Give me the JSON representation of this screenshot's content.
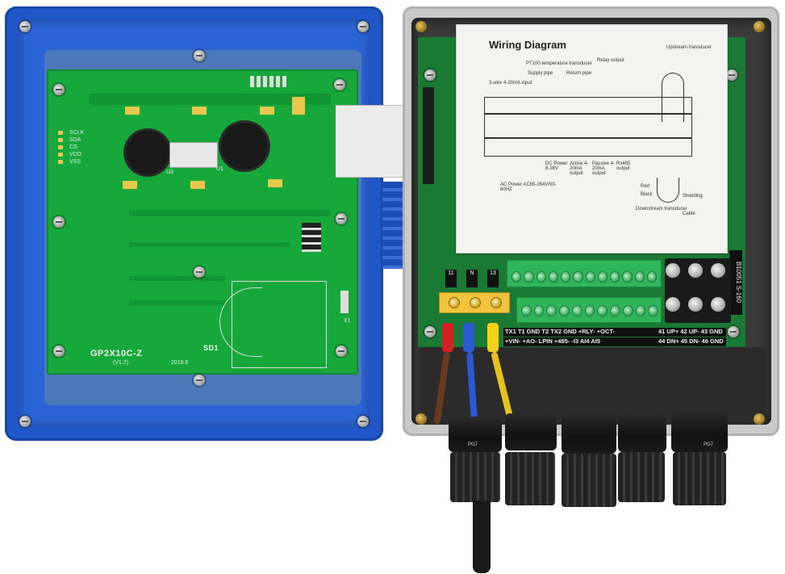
{
  "photo": {
    "subject": "",
    "pcb_model": "GP2X10C-Z",
    "pcb_version": "(V1.2)",
    "pcb_date": "2018.6",
    "pcb_silk_sd": "SD1",
    "pcb_silk_u1": "U1",
    "pcb_silk_u3": "U3",
    "pcb_silk_x1": "X1",
    "pcb_header_pins": [
      "SCLK",
      "SDA",
      "CS",
      "VDD",
      "VSS"
    ],
    "wiring_label": {
      "title": "Wiring Diagram",
      "lines": [
        "PT100 temperature transducer",
        "Supply pipe",
        "Return pipe",
        "3-wire 4-20mA input",
        "Relay output",
        "Upstream transducer",
        "AC Power AC85-264V/50-60HZ",
        "DC Power 8-36V",
        "Active 4-20mA output",
        "Passive 4-20mA output",
        "Rs485 output",
        "Red",
        "Black",
        "Shielding",
        "Downstream transducer",
        "Cable"
      ]
    },
    "power_terminal_labels": [
      "11",
      "N",
      "13"
    ],
    "terminal_strip_top": "TX1  T1  GND   T2  TX2 GND    +RLY-      +OCT-",
    "terminal_strip_bottom": "+VIN-       +AO-   LPIN      +485-     -I3   AI4   AI5",
    "right_strip_top": "41 UP+ 42 UP- 43 GND",
    "right_strip_bottom": "44 DN+ 45 DN- 46 GND",
    "side_code": "B10051 S-160",
    "gland_marking": "PG7",
    "colors": {
      "lid_blue": "#1f56c8",
      "pcb_green": "#17a83c",
      "base_gray": "#c9c9c9",
      "terminal_green": "#2fb65a",
      "fuse_yellow": "#f2c43c",
      "wire_brown": "#6b3a1e",
      "wire_blue": "#2a58d6",
      "wire_yellow": "#e6c21a"
    }
  }
}
